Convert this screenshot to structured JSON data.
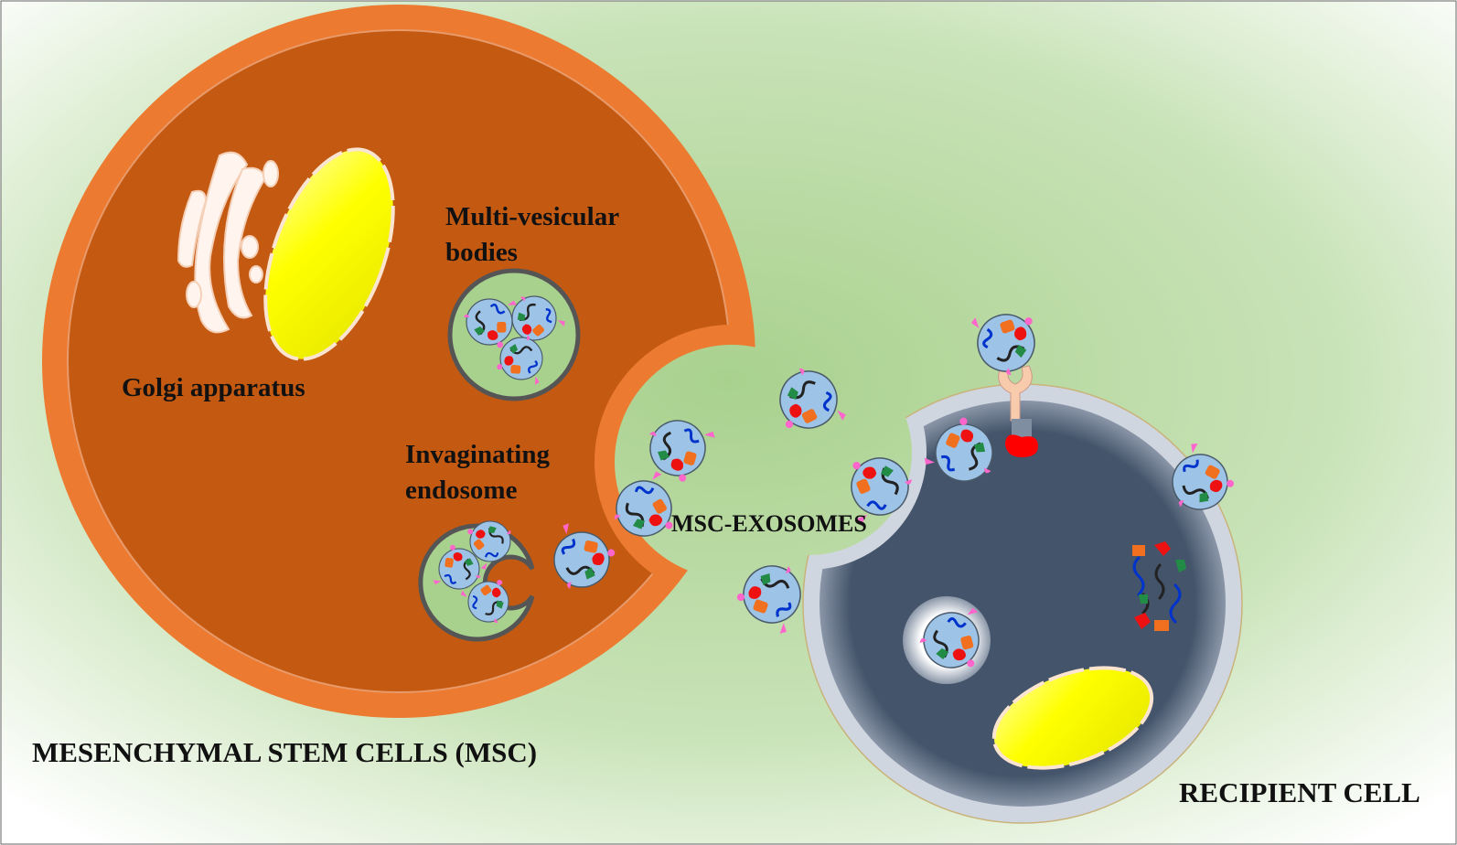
{
  "labels": {
    "golgi": "Golgi apparatus",
    "mvb_line1": "Multi-vesicular",
    "mvb_line2": "bodies",
    "endosome_line1": "Invaginating",
    "endosome_line2": "endosome",
    "exosomes": "MSC-EXOSOMES",
    "msc": "MESENCHYMAL STEM CELLS (MSC)",
    "recipient": "RECIPIENT CELL"
  },
  "colors": {
    "msc_membrane": "#ec7a30",
    "msc_cytoplasm": "#c45a12",
    "background_green": "#a9d18e",
    "recipient_cytoplasm": "#44546a",
    "recipient_membrane": "#d0d6e0",
    "nucleus": "#ffff00",
    "exosome": "#9dc3e6"
  }
}
